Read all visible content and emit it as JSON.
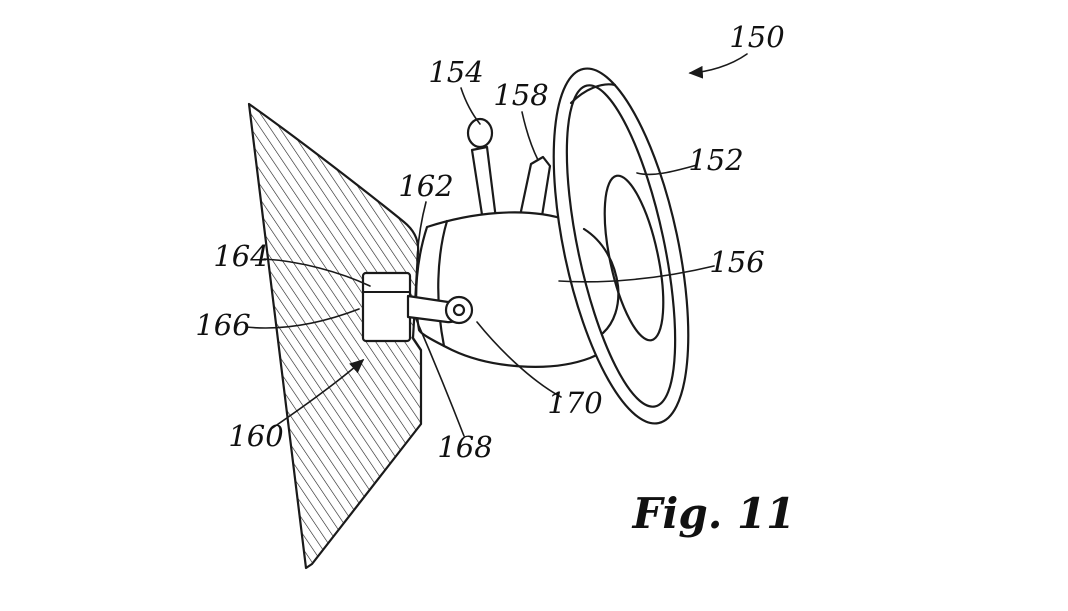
{
  "figure": {
    "caption": "Fig. 11",
    "reference_numerals": {
      "150": "150",
      "152": "152",
      "154": "154",
      "156": "156",
      "158": "158",
      "160": "160",
      "162": "162",
      "164": "164",
      "166": "166",
      "168": "168",
      "170": "170"
    },
    "colors": {
      "ink": "#1a1a1a",
      "background": "#ffffff"
    }
  }
}
